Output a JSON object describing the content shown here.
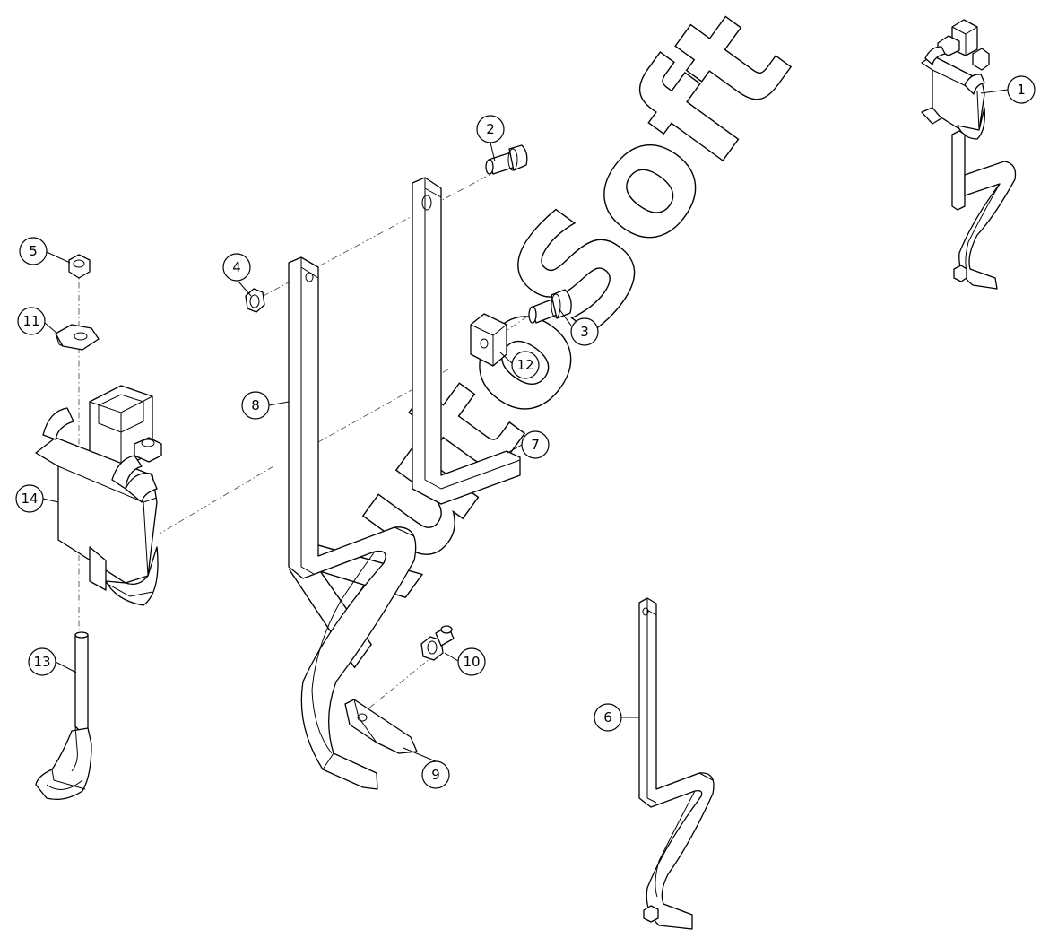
{
  "diagram": {
    "watermark": "AutoSoft",
    "header_mark": "",
    "balloons": [
      {
        "id": "1",
        "label": "1"
      },
      {
        "id": "2",
        "label": "2"
      },
      {
        "id": "3",
        "label": "3"
      },
      {
        "id": "4",
        "label": "4"
      },
      {
        "id": "5",
        "label": "5"
      },
      {
        "id": "6",
        "label": "6"
      },
      {
        "id": "7",
        "label": "7"
      },
      {
        "id": "8",
        "label": "8"
      },
      {
        "id": "9",
        "label": "9"
      },
      {
        "id": "10",
        "label": "10"
      },
      {
        "id": "11",
        "label": "11"
      },
      {
        "id": "12",
        "label": "12"
      },
      {
        "id": "13",
        "label": "13"
      },
      {
        "id": "14",
        "label": "14"
      }
    ],
    "colors": {
      "line": "#000000",
      "background": "#ffffff"
    }
  }
}
